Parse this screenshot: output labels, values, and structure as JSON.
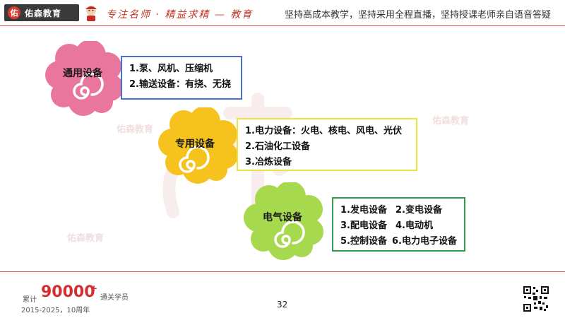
{
  "header": {
    "logo_glyph": "佑",
    "logo_text": "佑森教育",
    "slogan_script": "专注名师 · 精益求精 — 教育",
    "tagline": "坚持高成本教学，坚持采用全程直播，坚持授课老师亲自语音答疑"
  },
  "watermark": {
    "text": "佑森教育"
  },
  "categories": [
    {
      "label": "通用设备",
      "color": "#e9769c",
      "lines": [
        "1.泵、风机、压缩机",
        "2.输送设备：有挠、无挠"
      ]
    },
    {
      "label": "专用设备",
      "color": "#f6c21d",
      "lines": [
        "1.电力设备：火电、核电、风电、光伏",
        "2.石油化工设备",
        "3.冶炼设备"
      ]
    },
    {
      "label": "电气设备",
      "color": "#a6d94e",
      "grid": [
        [
          "1.发电设备",
          "2.变电设备"
        ],
        [
          "3.配电设备",
          "4.电动机"
        ],
        [
          "5.控制设备",
          "6.电力电子设备"
        ]
      ]
    }
  ],
  "footer": {
    "stat_prefix": "累计",
    "stat_number": "90000",
    "stat_plus": "+",
    "stat_suffix": "通关学员",
    "years": "2015-2025，10周年",
    "page_number": "32"
  }
}
